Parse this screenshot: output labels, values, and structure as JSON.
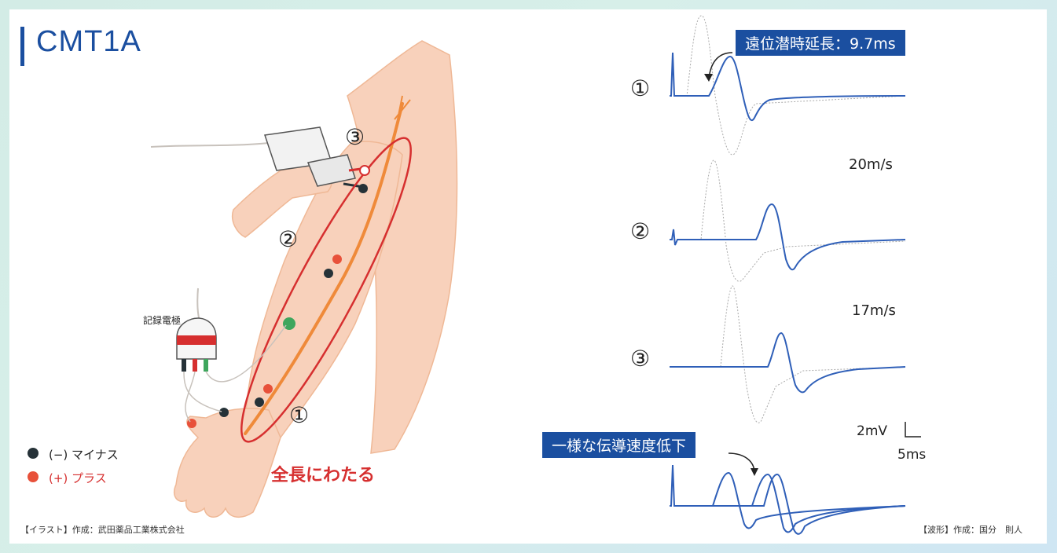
{
  "title": "CMT1A",
  "illustration": {
    "site_labels": [
      "③",
      "②",
      "①"
    ],
    "recording_electrode_label": "記録電極",
    "span_annotation": "全長にわたる",
    "legend": [
      {
        "label": "(−) マイナス",
        "color": "#263238"
      },
      {
        "label": "(+) プラス",
        "color": "#e8513a"
      }
    ],
    "credit": "【イラスト】作成：武田薬品工業株式会社"
  },
  "waveforms": {
    "distal_latency_label": "遠位潜時延長：9.7ms",
    "trace_labels": [
      "①",
      "②",
      "③"
    ],
    "velocity_labels": [
      "20m/s",
      "17m/s"
    ],
    "scale_amplitude": "2mV",
    "scale_time": "5ms",
    "uniform_slowing_label": "一様な伝導速度低下",
    "credit": "【波形】作成：国分　則人"
  },
  "colors": {
    "accent": "#1b4fa0",
    "waveform": "#2f5fb8",
    "ellipse": "#d62f2f",
    "nerve": "#ef8a3a",
    "skin": "#f8d1bb",
    "skin_outline": "#efb896"
  }
}
